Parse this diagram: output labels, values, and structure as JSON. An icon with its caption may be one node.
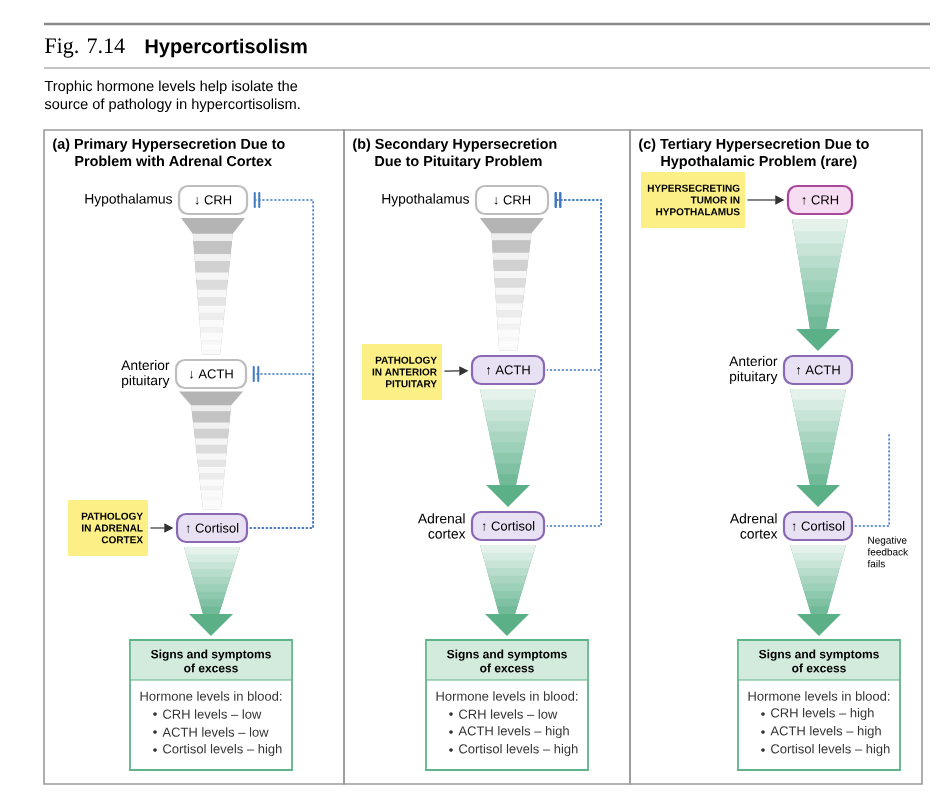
{
  "diagram": {
    "title": "Hypercortisolism",
    "caption": "Trophic hormone levels help isolate the source of pathology in hypercortisolism.",
    "nodes": [
      {
        "text": [
          "(a) Primary Hypersecretion Due to Problem with Adrenal Cortex"
        ]
      },
      {
        "text": [
          "↓ CRH"
        ],
        "beside": [
          "Hypothalamus"
        ],
        "in": 0
      },
      {
        "text": [
          "↓ ACTH"
        ],
        "beside": [
          "Anterior pituitary"
        ],
        "in": 0
      },
      {
        "text": [
          "PATHOLOGY IN ADRENAL CORTEX"
        ],
        "in": 0
      },
      {
        "text": [
          "↑ Cortisol"
        ],
        "in": 0
      },
      {
        "text": [
          "Signs and symptoms of excess",
          "Hormone levels in blood:",
          "CRH levels – low",
          "ACTH levels – low",
          "Cortisol levels – high"
        ],
        "in": 0
      },
      {
        "text": [
          "(b) Secondary Hypersecretion Due to Pituitary Problem"
        ]
      },
      {
        "text": [
          "↓ CRH"
        ],
        "beside": [
          "Hypothalamus"
        ],
        "in": 6
      },
      {
        "text": [
          "PATHOLOGY IN ANTERIOR PITUITARY"
        ],
        "in": 6
      },
      {
        "text": [
          "↑ ACTH"
        ],
        "in": 6
      },
      {
        "text": [
          "↑ Cortisol"
        ],
        "beside": [
          "Adrenal cortex"
        ],
        "in": 6
      },
      {
        "text": [
          "Signs and symptoms of excess",
          "Hormone levels in blood:",
          "CRH levels – low",
          "ACTH levels – high",
          "Cortisol levels – high"
        ],
        "in": 6
      },
      {
        "text": [
          "(c) Tertiary Hypersecretion Due to Hypothalamic Problem (rare)"
        ]
      },
      {
        "text": [
          "HYPERSECRETING TUMOR IN HYPOTHALAMUS"
        ],
        "in": 12
      },
      {
        "text": [
          "↑ CRH"
        ],
        "in": 12
      },
      {
        "text": [
          "↑ ACTH"
        ],
        "beside": [
          "Anterior pituitary"
        ],
        "in": 12
      },
      {
        "text": [
          "↑ Cortisol"
        ],
        "beside": [
          "Adrenal cortex"
        ],
        "in": 12
      },
      {
        "text": [
          "Signs and symptoms of excess",
          "Hormone levels in blood:",
          "CRH levels – high",
          "ACTH levels – high",
          "Cortisol levels – high"
        ],
        "in": 12
      }
    ],
    "edges": [
      {
        "from": 1,
        "to": 2,
        "arrow": "none",
        "style": "thick",
        "color": "#b4b4b4"
      },
      {
        "from": 2,
        "to": 4,
        "arrow": "none",
        "style": "thick",
        "color": "#b4b4b4"
      },
      {
        "from": 3,
        "to": 4,
        "arrow": "to",
        "color": "#333333"
      },
      {
        "from": 4,
        "to": 5,
        "arrow": "to",
        "style": "thick",
        "color": "#5bb088"
      },
      {
        "from": 4,
        "to": 1,
        "arrow": "other",
        "style": "dashed",
        "color": "#3f78c2"
      },
      {
        "from": 4,
        "to": 2,
        "arrow": "other",
        "style": "dashed",
        "color": "#3f78c2"
      },
      {
        "from": 7,
        "to": 9,
        "arrow": "none",
        "style": "thick",
        "color": "#b4b4b4"
      },
      {
        "from": 8,
        "to": 9,
        "arrow": "to",
        "color": "#333333"
      },
      {
        "from": 9,
        "to": 10,
        "arrow": "to",
        "style": "thick",
        "color": "#5bb088"
      },
      {
        "from": 10,
        "to": 11,
        "arrow": "to",
        "style": "thick",
        "color": "#5bb088"
      },
      {
        "from": 10,
        "to": 7,
        "arrow": "other",
        "style": "dashed",
        "color": "#3f78c2"
      },
      {
        "from": 9,
        "to": 7,
        "arrow": "other",
        "style": "dashed",
        "color": "#3f78c2"
      },
      {
        "from": 13,
        "to": 14,
        "arrow": "to",
        "color": "#333333"
      },
      {
        "from": 14,
        "to": 15,
        "arrow": "to",
        "style": "thick",
        "color": "#5bb088"
      },
      {
        "from": 15,
        "to": 16,
        "arrow": "to",
        "style": "thick",
        "color": "#5bb088"
      },
      {
        "from": 16,
        "to": 17,
        "arrow": "to",
        "style": "thick",
        "color": "#5bb088"
      },
      {
        "from": 16,
        "to": null,
        "arrow": "none",
        "style": "dashed",
        "color": "#3f78c2",
        "label": "Negative feedback fails"
      }
    ],
    "labels": [
      "Fig. 7.14"
    ]
  }
}
